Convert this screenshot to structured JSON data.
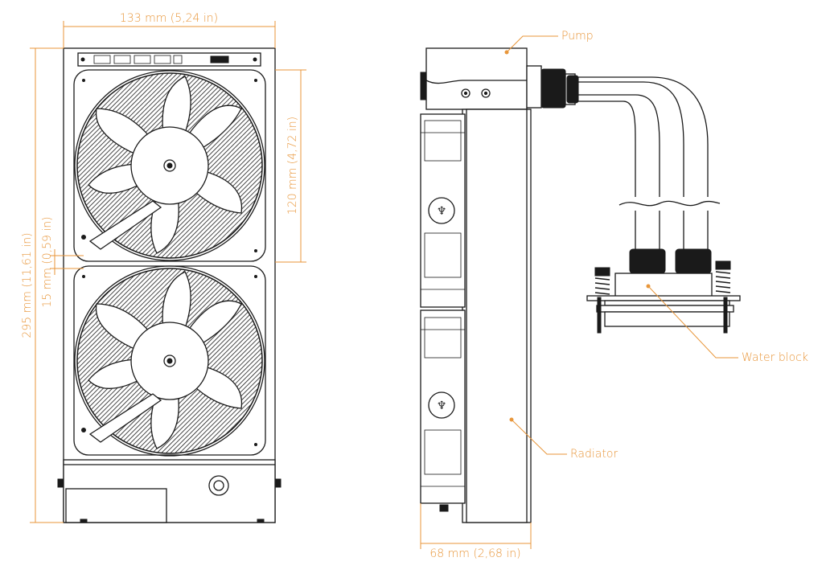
{
  "dimensions": {
    "width": "133 mm (5,24 in)",
    "height": "295 mm (11,61 in)",
    "fan_size": "120 mm (4,72 in)",
    "fan_gap": "15 mm (0,59 in)",
    "depth": "68 mm (2,68 in)"
  },
  "labels": {
    "pump": "Pump",
    "radiator": "Radiator",
    "water_block": "Water block"
  },
  "colors": {
    "annotation": "#e8963a",
    "line_art": "#1a1a1a",
    "background": "#ffffff"
  }
}
